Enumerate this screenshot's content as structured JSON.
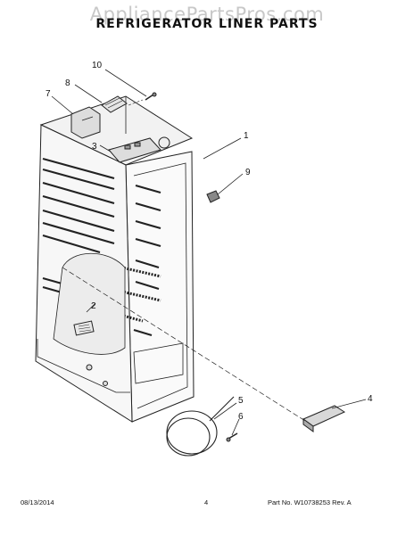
{
  "header": {
    "watermark": "AppliancePartsPros.com",
    "title": "REFRIGERATOR LINER PARTS"
  },
  "callouts": [
    "10",
    "8",
    "7",
    "3",
    "1",
    "9",
    "2",
    "5",
    "6",
    "4"
  ],
  "footer": {
    "date": "08/13/2014",
    "page": "4",
    "part_info": "Part No. W10738253  Rev. A"
  }
}
